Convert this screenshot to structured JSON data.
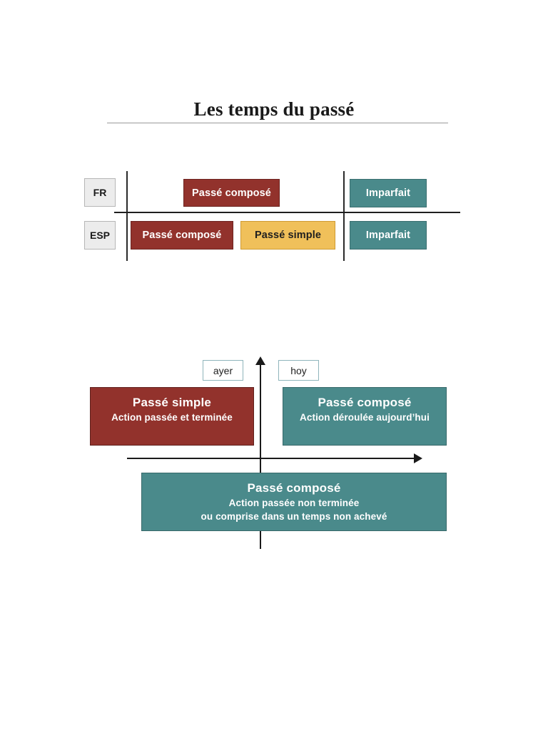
{
  "document": {
    "title": "Les temps du passé"
  },
  "comparison_table": {
    "rows": [
      {
        "lang": "FR",
        "chips": [
          {
            "label": "Passé composé",
            "color": "#92322c",
            "style": "red"
          },
          {
            "label": "Imparfait",
            "color": "#4a8a8b",
            "style": "teal"
          }
        ]
      },
      {
        "lang": "ESP",
        "chips": [
          {
            "label": "Passé composé",
            "color": "#92322c",
            "style": "red"
          },
          {
            "label": "Passé simple",
            "color": "#f0c05a",
            "style": "yellow"
          },
          {
            "label": "Imparfait",
            "color": "#4a8a8b",
            "style": "teal"
          }
        ]
      }
    ]
  },
  "timeline": {
    "markers": [
      {
        "label": "ayer"
      },
      {
        "label": "hoy"
      }
    ],
    "boxes": [
      {
        "heading": "Passé simple",
        "line1": "Action passée et terminée",
        "line2": "",
        "color": "#92322c"
      },
      {
        "heading": "Passé composé",
        "line1": "Action déroulée aujourd’hui",
        "line2": "",
        "color": "#4a8a8b"
      },
      {
        "heading": "Passé composé",
        "line1": "Action passée non terminée",
        "line2": "ou comprise dans un temps non achevé",
        "color": "#4a8a8b"
      }
    ]
  },
  "colors": {
    "red": "#92322c",
    "teal": "#4a8a8b",
    "yellow": "#f0c05a",
    "tag_gray": "#ececec",
    "axis": "#1a1a1a"
  }
}
